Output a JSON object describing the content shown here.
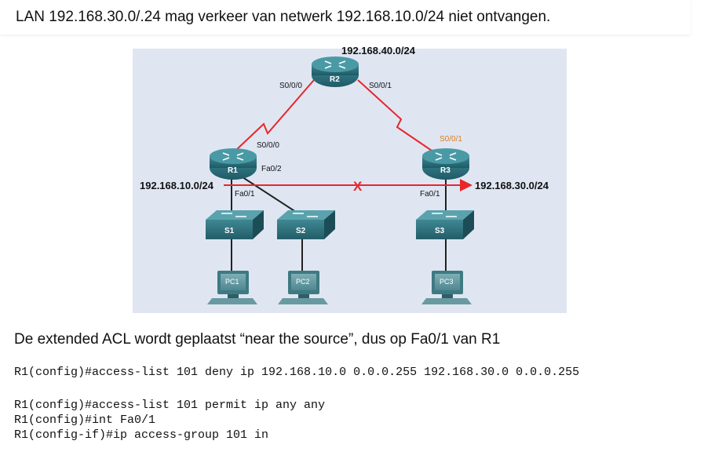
{
  "heading": "LAN 192.168.30.0/.24 mag verkeer van netwerk 192.168.10.0/24 niet ontvangen.",
  "diagram": {
    "networks": {
      "top": "192.168.40.0/24",
      "left": "192.168.10.0/24",
      "right": "192.168.30.0/24"
    },
    "routers": {
      "r1": "R1",
      "r2": "R2",
      "r3": "R3"
    },
    "switches": {
      "s1": "S1",
      "s2": "S2",
      "s3": "S3"
    },
    "pcs": {
      "pc1": "PC1",
      "pc2": "PC2",
      "pc3": "PC3"
    },
    "interfaces": {
      "r2_s000": "S0/0/0",
      "r2_s001": "S0/0/1",
      "r1_s000": "S0/0/0",
      "r3_s001": "S0/0/1",
      "r1_fa02": "Fa0/2",
      "r1_fa01": "Fa0/1",
      "r3_fa01": "Fa0/1"
    },
    "block_mark": "X",
    "colors": {
      "serial_link": "#e8262b",
      "blocked_path": "#e8262b",
      "highlight_interface": "#e07b20"
    }
  },
  "caption": "De extended ACL wordt geplaatst “near the source”, dus op Fa0/1 van R1",
  "commands": [
    "R1(config)#access-list 101 deny ip 192.168.10.0 0.0.0.255 192.168.30.0 0.0.0.255",
    "R1(config)#access-list 101 permit ip any any",
    "R1(config)#int Fa0/1",
    "R1(config-if)#ip access-group 101 in"
  ]
}
